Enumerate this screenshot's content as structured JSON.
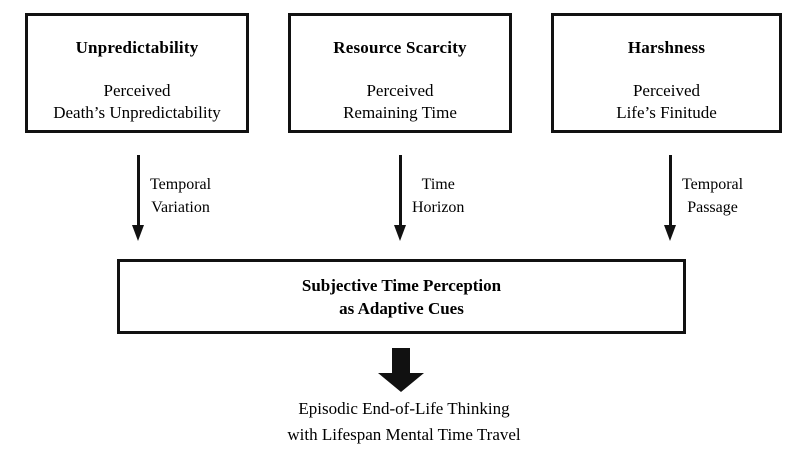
{
  "figure": {
    "type": "flow-diagram",
    "background_color": "#ffffff",
    "line_color": "#111111"
  },
  "antecedents": [
    {
      "id": "unpredictability",
      "title": "Unpredictability",
      "line1": "Perceived",
      "line2": "Death’s Unpredictability",
      "arrow_label_line1": "Temporal",
      "arrow_label_line2": "Variation"
    },
    {
      "id": "resource-scarcity",
      "title": "Resource Scarcity",
      "line1": "Perceived",
      "line2": "Remaining Time",
      "arrow_label_line1": "Time",
      "arrow_label_line2": "Horizon"
    },
    {
      "id": "harshness",
      "title": "Harshness",
      "line1": "Perceived",
      "line2": "Life’s Finitude",
      "arrow_label_line1": "Temporal",
      "arrow_label_line2": "Passage"
    }
  ],
  "central": {
    "line1": "Subjective Time Perception",
    "line2": "as Adaptive Cues"
  },
  "outcome": {
    "line1": "Episodic End-of-Life Thinking",
    "line2": "with Lifespan Mental Time Travel"
  },
  "icons": {
    "down_arrow": "down-arrow-icon",
    "block_down_arrow": "block-down-arrow-icon"
  }
}
